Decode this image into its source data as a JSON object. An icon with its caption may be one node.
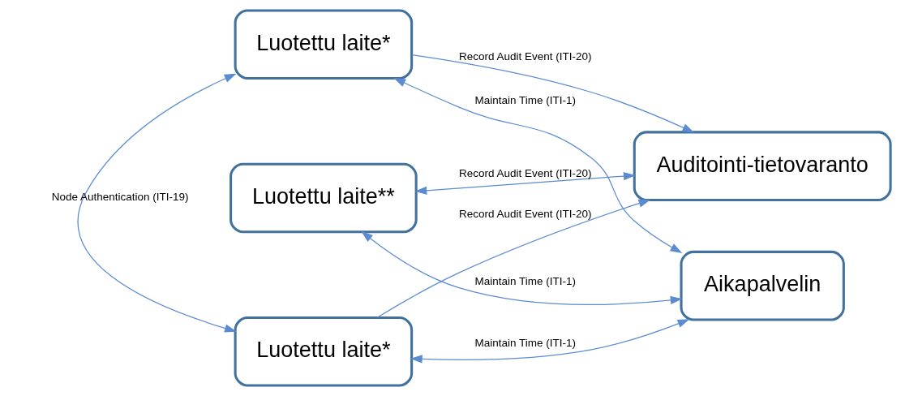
{
  "diagram": {
    "nodes": [
      {
        "text": [
          "Luotettu laite*"
        ]
      },
      {
        "text": [
          "Aikapalvelin"
        ]
      },
      {
        "text": [
          "Luotettu laite**"
        ]
      },
      {
        "text": [
          "Auditointi-tietovaranto"
        ]
      },
      {
        "text": [
          "Luotettu laite*"
        ]
      }
    ],
    "edges": [
      {
        "from": 0,
        "to": 1,
        "arrow": "both",
        "label": "Maintain Time (ITI-1)"
      },
      {
        "from": 0,
        "to": 3,
        "arrow": "to",
        "label": "Record Audit Event (ITI-20)"
      },
      {
        "from": 1,
        "to": 2,
        "arrow": "both",
        "label": "Maintain Time (ITI-1)"
      },
      {
        "from": 2,
        "to": 3,
        "arrow": "both",
        "label": "Record Audit Event (ITI-20)"
      },
      {
        "from": 0,
        "to": 4,
        "arrow": "both",
        "label": "Node Authentication (ITI-19)"
      },
      {
        "from": 1,
        "to": 4,
        "arrow": "both",
        "label": "Maintain Time (ITI-1)"
      },
      {
        "from": 4,
        "to": 3,
        "arrow": "to",
        "label": "Record Audit Event (ITI-20)"
      }
    ]
  }
}
